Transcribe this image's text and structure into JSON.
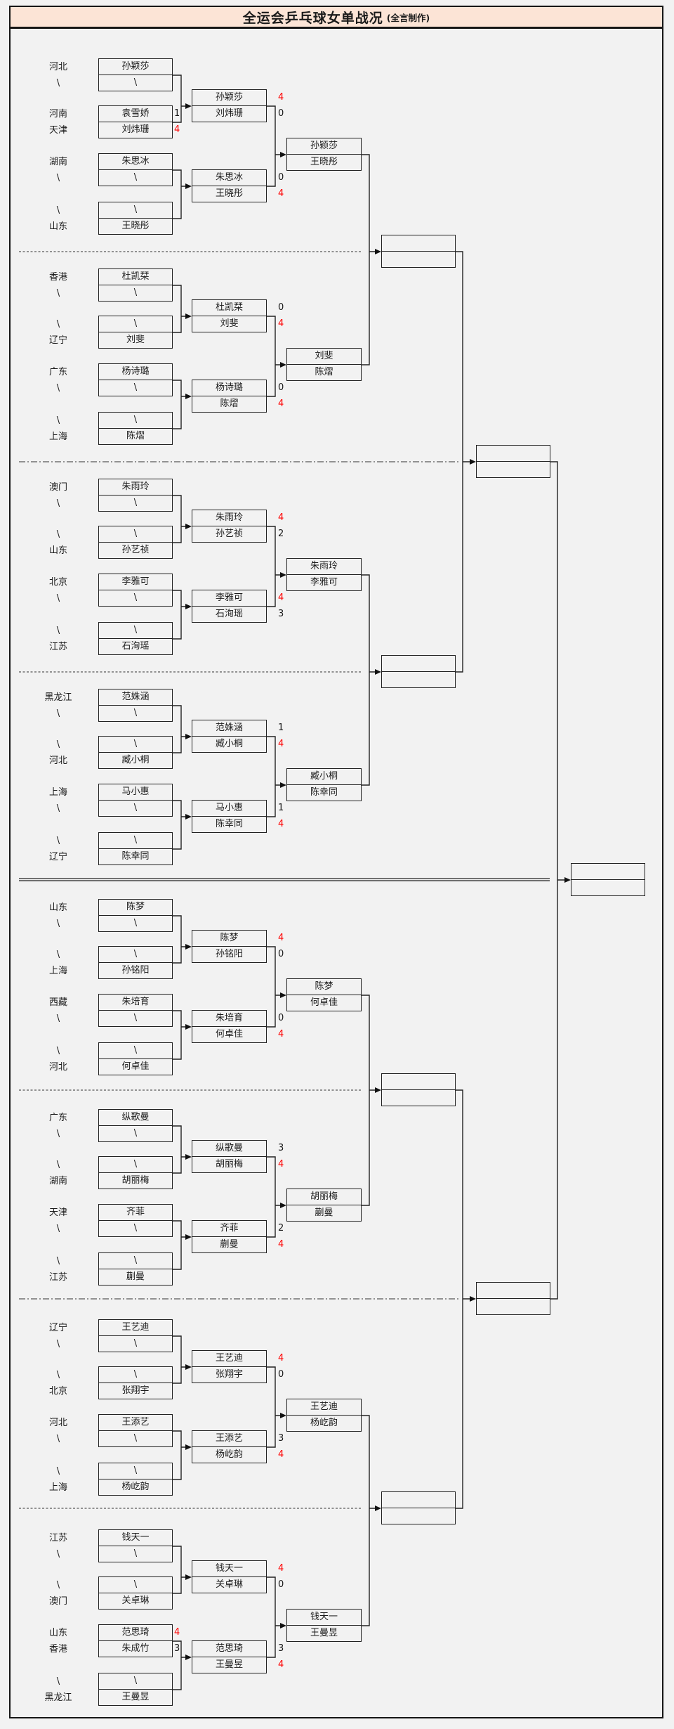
{
  "title": {
    "main": "全运会乒乓球女单战况",
    "credit": "(全言制作)"
  },
  "colors": {
    "title_bg": "#fce4d6",
    "background": "#f2f2f2",
    "win_score": "#ff0000",
    "line": "#222222"
  },
  "chart_data": {
    "type": "table",
    "title": "全运会乒乓球女单战况",
    "note": "tournament bracket; 4 = winning score (red), byes shown as \\",
    "rounds": [
      "round1",
      "round2",
      "quarterfinal-pairing"
    ],
    "matches": [
      {
        "round": 1,
        "a": "袁雪娇",
        "a_region": "河南",
        "a_score": 1,
        "b": "刘炜珊",
        "b_region": "天津",
        "b_score": 4
      },
      {
        "round": 1,
        "a": "范思琦",
        "a_region": "山东",
        "a_score": 4,
        "b": "朱成竹",
        "b_region": "香港",
        "b_score": 3
      },
      {
        "round": 2,
        "a": "孙颖莎",
        "a_score": 4,
        "b": "刘炜珊",
        "b_score": 0
      },
      {
        "round": 2,
        "a": "朱思冰",
        "a_score": 0,
        "b": "王晓彤",
        "b_score": 4
      },
      {
        "round": 2,
        "a": "杜凯栞",
        "a_score": 0,
        "b": "刘斐",
        "b_score": 4
      },
      {
        "round": 2,
        "a": "杨诗璐",
        "a_score": 0,
        "b": "陈熠",
        "b_score": 4
      },
      {
        "round": 2,
        "a": "朱雨玲",
        "a_score": 4,
        "b": "孙艺祯",
        "b_score": 2
      },
      {
        "round": 2,
        "a": "李雅可",
        "a_score": 4,
        "b": "石洵瑶",
        "b_score": 3
      },
      {
        "round": 2,
        "a": "范姝涵",
        "a_score": 1,
        "b": "臧小桐",
        "b_score": 4
      },
      {
        "round": 2,
        "a": "马小惠",
        "a_score": 1,
        "b": "陈幸同",
        "b_score": 4
      },
      {
        "round": 2,
        "a": "陈梦",
        "a_score": 4,
        "b": "孙铭阳",
        "b_score": 0
      },
      {
        "round": 2,
        "a": "朱培育",
        "a_score": 0,
        "b": "何卓佳",
        "b_score": 4
      },
      {
        "round": 2,
        "a": "纵歌曼",
        "a_score": 3,
        "b": "胡丽梅",
        "b_score": 4
      },
      {
        "round": 2,
        "a": "齐菲",
        "a_score": 2,
        "b": "蒯曼",
        "b_score": 4
      },
      {
        "round": 2,
        "a": "王艺迪",
        "a_score": 4,
        "b": "张翔宇",
        "b_score": 0
      },
      {
        "round": 2,
        "a": "王添艺",
        "a_score": 3,
        "b": "杨屹韵",
        "b_score": 4
      },
      {
        "round": 3,
        "a": "孙颖莎",
        "b": "王晓彤"
      },
      {
        "round": 3,
        "a": "刘斐",
        "b": "陈熠"
      },
      {
        "round": 3,
        "a": "朱雨玲",
        "b": "李雅可"
      },
      {
        "round": 3,
        "a": "臧小桐",
        "b": "陈幸同"
      },
      {
        "round": 3,
        "a": "陈梦",
        "b": "何卓佳"
      },
      {
        "round": 3,
        "a": "胡丽梅",
        "b": "蒯曼"
      },
      {
        "round": 3,
        "a": "王艺迪",
        "b": "杨屹韵"
      },
      {
        "round": 3,
        "a": "钱天一",
        "b": "王曼昱"
      }
    ]
  },
  "groups": [
    {
      "labels": [
        "河北",
        "\\",
        "河南",
        "天津",
        "湖南",
        "\\",
        "\\",
        "山东"
      ],
      "r1": [
        {
          "n": "孙颖莎",
          "s": "",
          "c": "sc"
        },
        {
          "n": "\\",
          "s": "",
          "c": "sc"
        },
        {
          "n": "袁雪娇",
          "s": "1",
          "c": "sc"
        },
        {
          "n": "刘炜珊",
          "s": "4",
          "c": "sc w"
        },
        {
          "n": "朱思冰",
          "s": "",
          "c": "sc"
        },
        {
          "n": "\\",
          "s": "",
          "c": "sc"
        },
        {
          "n": "\\",
          "s": "",
          "c": "sc"
        },
        {
          "n": "王晓彤",
          "s": "",
          "c": "sc"
        }
      ],
      "r2": [
        {
          "n": "孙颖莎",
          "s": "4",
          "c": "sc w"
        },
        {
          "n": "刘炜珊",
          "s": "0",
          "c": "sc"
        },
        {
          "n": "朱思冰",
          "s": "0",
          "c": "sc"
        },
        {
          "n": "王晓彤",
          "s": "4",
          "c": "sc w"
        }
      ],
      "r3": [
        "孙颖莎",
        "王晓彤"
      ]
    },
    {
      "labels": [
        "香港",
        "\\",
        "\\",
        "辽宁",
        "广东",
        "\\",
        "\\",
        "上海"
      ],
      "r1": [
        {
          "n": "杜凯栞",
          "s": "",
          "c": "sc"
        },
        {
          "n": "\\",
          "s": "",
          "c": "sc"
        },
        {
          "n": "\\",
          "s": "",
          "c": "sc"
        },
        {
          "n": "刘斐",
          "s": "",
          "c": "sc"
        },
        {
          "n": "杨诗璐",
          "s": "",
          "c": "sc"
        },
        {
          "n": "\\",
          "s": "",
          "c": "sc"
        },
        {
          "n": "\\",
          "s": "",
          "c": "sc"
        },
        {
          "n": "陈熠",
          "s": "",
          "c": "sc"
        }
      ],
      "r2": [
        {
          "n": "杜凯栞",
          "s": "0",
          "c": "sc"
        },
        {
          "n": "刘斐",
          "s": "4",
          "c": "sc w"
        },
        {
          "n": "杨诗璐",
          "s": "0",
          "c": "sc"
        },
        {
          "n": "陈熠",
          "s": "4",
          "c": "sc w"
        }
      ],
      "r3": [
        "刘斐",
        "陈熠"
      ]
    },
    {
      "labels": [
        "澳门",
        "\\",
        "\\",
        "山东",
        "北京",
        "\\",
        "\\",
        "江苏"
      ],
      "r1": [
        {
          "n": "朱雨玲",
          "s": "",
          "c": "sc"
        },
        {
          "n": "\\",
          "s": "",
          "c": "sc"
        },
        {
          "n": "\\",
          "s": "",
          "c": "sc"
        },
        {
          "n": "孙艺祯",
          "s": "",
          "c": "sc"
        },
        {
          "n": "李雅可",
          "s": "",
          "c": "sc"
        },
        {
          "n": "\\",
          "s": "",
          "c": "sc"
        },
        {
          "n": "\\",
          "s": "",
          "c": "sc"
        },
        {
          "n": "石洵瑶",
          "s": "",
          "c": "sc"
        }
      ],
      "r2": [
        {
          "n": "朱雨玲",
          "s": "4",
          "c": "sc w"
        },
        {
          "n": "孙艺祯",
          "s": "2",
          "c": "sc"
        },
        {
          "n": "李雅可",
          "s": "4",
          "c": "sc w"
        },
        {
          "n": "石洵瑶",
          "s": "3",
          "c": "sc"
        }
      ],
      "r3": [
        "朱雨玲",
        "李雅可"
      ]
    },
    {
      "labels": [
        "黑龙江",
        "\\",
        "\\",
        "河北",
        "上海",
        "\\",
        "\\",
        "辽宁"
      ],
      "r1": [
        {
          "n": "范姝涵",
          "s": "",
          "c": "sc"
        },
        {
          "n": "\\",
          "s": "",
          "c": "sc"
        },
        {
          "n": "\\",
          "s": "",
          "c": "sc"
        },
        {
          "n": "臧小桐",
          "s": "",
          "c": "sc"
        },
        {
          "n": "马小惠",
          "s": "",
          "c": "sc"
        },
        {
          "n": "\\",
          "s": "",
          "c": "sc"
        },
        {
          "n": "\\",
          "s": "",
          "c": "sc"
        },
        {
          "n": "陈幸同",
          "s": "",
          "c": "sc"
        }
      ],
      "r2": [
        {
          "n": "范姝涵",
          "s": "1",
          "c": "sc"
        },
        {
          "n": "臧小桐",
          "s": "4",
          "c": "sc w"
        },
        {
          "n": "马小惠",
          "s": "1",
          "c": "sc"
        },
        {
          "n": "陈幸同",
          "s": "4",
          "c": "sc w"
        }
      ],
      "r3": [
        "臧小桐",
        "陈幸同"
      ]
    },
    {
      "labels": [
        "山东",
        "\\",
        "\\",
        "上海",
        "西藏",
        "\\",
        "\\",
        "河北"
      ],
      "r1": [
        {
          "n": "陈梦",
          "s": "",
          "c": "sc"
        },
        {
          "n": "\\",
          "s": "",
          "c": "sc"
        },
        {
          "n": "\\",
          "s": "",
          "c": "sc"
        },
        {
          "n": "孙铭阳",
          "s": "",
          "c": "sc"
        },
        {
          "n": "朱培育",
          "s": "",
          "c": "sc"
        },
        {
          "n": "\\",
          "s": "",
          "c": "sc"
        },
        {
          "n": "\\",
          "s": "",
          "c": "sc"
        },
        {
          "n": "何卓佳",
          "s": "",
          "c": "sc"
        }
      ],
      "r2": [
        {
          "n": "陈梦",
          "s": "4",
          "c": "sc w"
        },
        {
          "n": "孙铭阳",
          "s": "0",
          "c": "sc"
        },
        {
          "n": "朱培育",
          "s": "0",
          "c": "sc"
        },
        {
          "n": "何卓佳",
          "s": "4",
          "c": "sc w"
        }
      ],
      "r3": [
        "陈梦",
        "何卓佳"
      ]
    },
    {
      "labels": [
        "广东",
        "\\",
        "\\",
        "湖南",
        "天津",
        "\\",
        "\\",
        "江苏"
      ],
      "r1": [
        {
          "n": "纵歌曼",
          "s": "",
          "c": "sc"
        },
        {
          "n": "\\",
          "s": "",
          "c": "sc"
        },
        {
          "n": "\\",
          "s": "",
          "c": "sc"
        },
        {
          "n": "胡丽梅",
          "s": "",
          "c": "sc"
        },
        {
          "n": "齐菲",
          "s": "",
          "c": "sc"
        },
        {
          "n": "\\",
          "s": "",
          "c": "sc"
        },
        {
          "n": "\\",
          "s": "",
          "c": "sc"
        },
        {
          "n": "蒯曼",
          "s": "",
          "c": "sc"
        }
      ],
      "r2": [
        {
          "n": "纵歌曼",
          "s": "3",
          "c": "sc"
        },
        {
          "n": "胡丽梅",
          "s": "4",
          "c": "sc w"
        },
        {
          "n": "齐菲",
          "s": "2",
          "c": "sc"
        },
        {
          "n": "蒯曼",
          "s": "4",
          "c": "sc w"
        }
      ],
      "r3": [
        "胡丽梅",
        "蒯曼"
      ]
    },
    {
      "labels": [
        "辽宁",
        "\\",
        "\\",
        "北京",
        "河北",
        "\\",
        "\\",
        "上海"
      ],
      "r1": [
        {
          "n": "王艺迪",
          "s": "",
          "c": "sc"
        },
        {
          "n": "\\",
          "s": "",
          "c": "sc"
        },
        {
          "n": "\\",
          "s": "",
          "c": "sc"
        },
        {
          "n": "张翔宇",
          "s": "",
          "c": "sc"
        },
        {
          "n": "王添艺",
          "s": "",
          "c": "sc"
        },
        {
          "n": "\\",
          "s": "",
          "c": "sc"
        },
        {
          "n": "\\",
          "s": "",
          "c": "sc"
        },
        {
          "n": "杨屹韵",
          "s": "",
          "c": "sc"
        }
      ],
      "r2": [
        {
          "n": "王艺迪",
          "s": "4",
          "c": "sc w"
        },
        {
          "n": "张翔宇",
          "s": "0",
          "c": "sc"
        },
        {
          "n": "王添艺",
          "s": "3",
          "c": "sc"
        },
        {
          "n": "杨屹韵",
          "s": "4",
          "c": "sc w"
        }
      ],
      "r3": [
        "王艺迪",
        "杨屹韵"
      ]
    },
    {
      "labels": [
        "江苏",
        "\\",
        "\\",
        "澳门",
        "山东",
        "香港",
        "\\",
        "黑龙江"
      ],
      "r1": [
        {
          "n": "钱天一",
          "s": "",
          "c": "sc"
        },
        {
          "n": "\\",
          "s": "",
          "c": "sc"
        },
        {
          "n": "\\",
          "s": "",
          "c": "sc"
        },
        {
          "n": "关卓琳",
          "s": "",
          "c": "sc"
        },
        {
          "n": "范思琦",
          "s": "4",
          "c": "sc w"
        },
        {
          "n": "朱成竹",
          "s": "3",
          "c": "sc"
        },
        {
          "n": "\\",
          "s": "",
          "c": "sc"
        },
        {
          "n": "王曼昱",
          "s": "",
          "c": "sc"
        }
      ],
      "r2": [
        {
          "n": "钱天一",
          "s": "4",
          "c": "sc w"
        },
        {
          "n": "关卓琳",
          "s": "0",
          "c": "sc"
        },
        {
          "n": "范思琦",
          "s": "3",
          "c": "sc"
        },
        {
          "n": "王曼昱",
          "s": "4",
          "c": "sc w"
        }
      ],
      "r3": [
        "钱天一",
        "王曼昱"
      ]
    }
  ]
}
